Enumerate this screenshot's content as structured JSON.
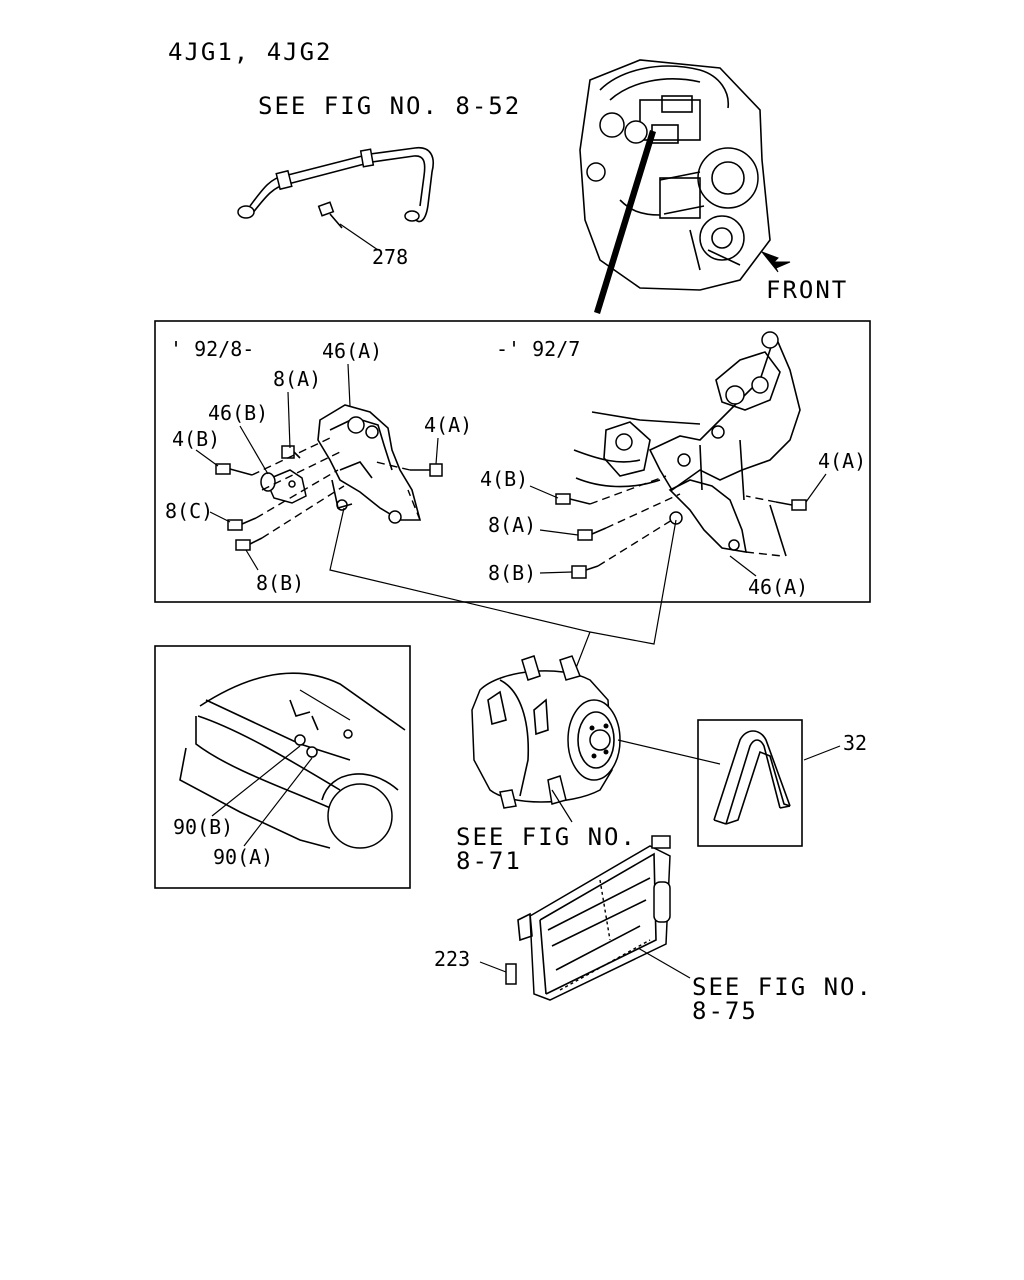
{
  "header": {
    "engine": "4JG1, 4JG2"
  },
  "hose": {
    "see_ref": "SEE FIG NO. 8-52",
    "part": "278"
  },
  "engine_view": {
    "front": "FRONT"
  },
  "bracket_box": {
    "left": {
      "period": "' 92/8-",
      "parts": [
        "46(A)",
        "8(A)",
        "46(B)",
        "4(B)",
        "4(A)",
        "8(C)",
        "8(B)"
      ]
    },
    "right": {
      "period": "-' 92/7",
      "parts": [
        "4(B)",
        "8(A)",
        "8(B)",
        "4(A)",
        "46(A)"
      ]
    }
  },
  "vehicle_box": {
    "parts": [
      "90(B)",
      "90(A)"
    ]
  },
  "compressor": {
    "see_ref_line1": "SEE FIG NO.",
    "see_ref_line2": "8-71"
  },
  "belt": {
    "part": "32"
  },
  "condenser": {
    "see_ref_line1": "SEE FIG NO.",
    "see_ref_line2": "8-75",
    "part": "223"
  }
}
